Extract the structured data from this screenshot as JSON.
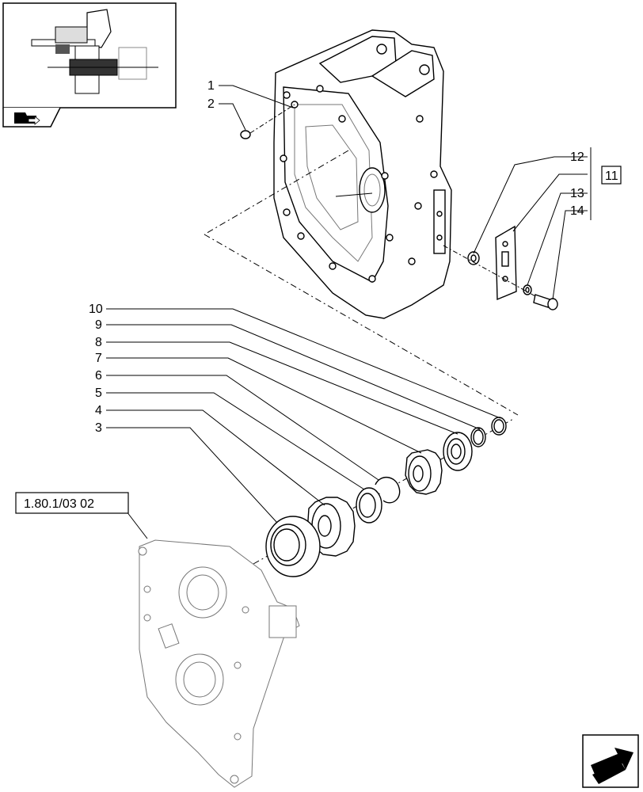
{
  "callouts": {
    "c1": "1",
    "c2": "2",
    "c3": "3",
    "c4": "4",
    "c5": "5",
    "c6": "6",
    "c7": "7",
    "c8": "8",
    "c9": "9",
    "c10": "10",
    "c11": "11",
    "c12": "12",
    "c13": "13",
    "c14": "14"
  },
  "reference_label": "1.80.1/03 02",
  "icons": {
    "thumbnail": "assembly-thumbnail-icon",
    "section": "folder-arrow-icon",
    "nav": "next-page-arrow-icon"
  }
}
